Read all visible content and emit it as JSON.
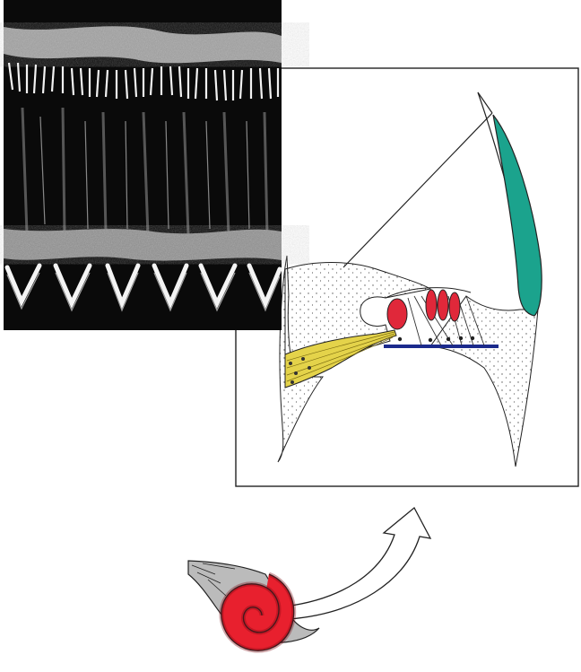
{
  "figure": {
    "panels": [
      {
        "id": "micrograph",
        "kind": "scanning electron micrograph of hair cell bundles"
      },
      {
        "id": "organ-of-corti",
        "kind": "cross-section drawing of the organ of Corti"
      },
      {
        "id": "cochlea",
        "kind": "coiled cochlea drawing"
      }
    ],
    "colors": {
      "tectorial_membrane": "#1ba38d",
      "hair_cells": "#e0283a",
      "basilar_membrane": "#1b2a8c",
      "nerve_fibers": "#e4d34a",
      "cochlea": "#e8202e",
      "micrograph_bg": "#0a0a0a"
    }
  }
}
